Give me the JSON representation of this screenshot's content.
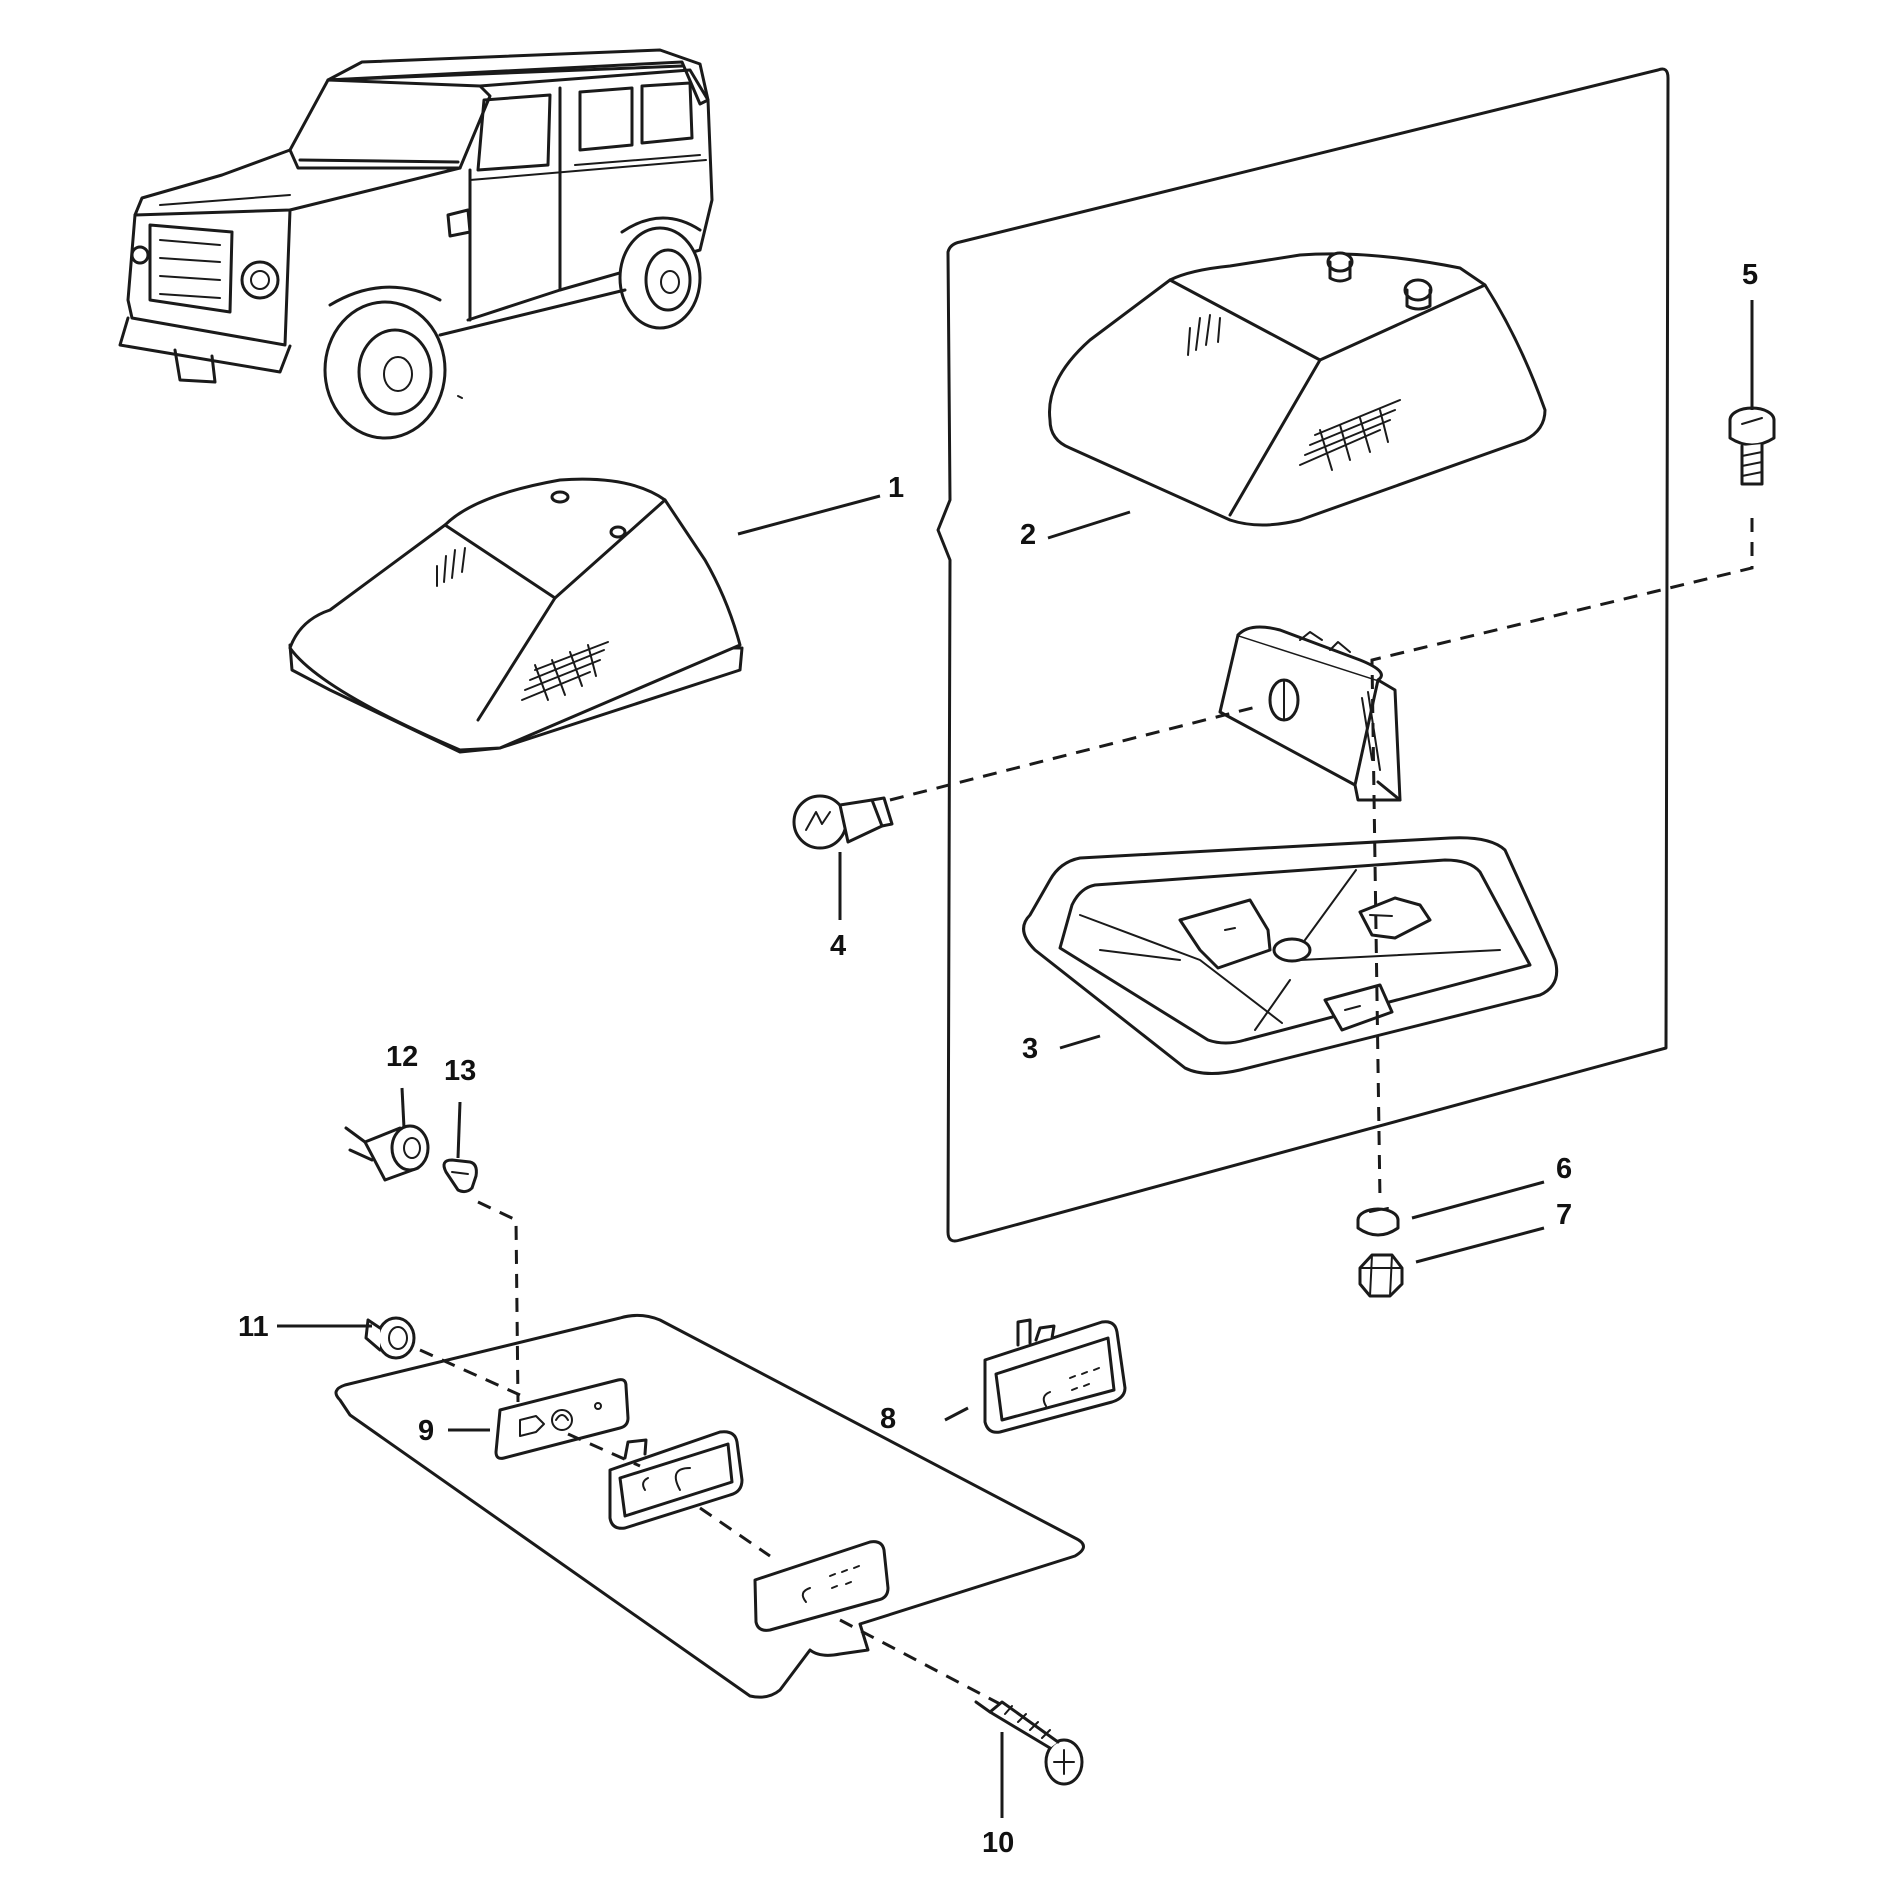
{
  "callouts": {
    "c1": "1",
    "c2": "2",
    "c3": "3",
    "c4": "4",
    "c5": "5",
    "c6": "6",
    "c7": "7",
    "c8": "8",
    "c9": "9",
    "c10": "10",
    "c11": "11",
    "c12": "12",
    "c13": "13"
  },
  "icons": {
    "vehicle": "off-road-vehicle-icon",
    "lamp_assembly": "interior-lamp-assembly-icon",
    "lens": "lamp-lens-icon",
    "bulb_holder": "bulb-holder-icon",
    "base_housing": "lamp-housing-base-icon",
    "bulb": "bulb-icon",
    "screw": "screw-icon",
    "washer": "washer-icon",
    "nut": "nut-icon",
    "reading_lamp": "reading-lamp-icon",
    "switch_plate": "switch-plate-icon",
    "wood_screw": "wood-screw-icon",
    "push_clip": "push-clip-icon",
    "socket": "socket-icon",
    "festoon_bulb": "festoon-bulb-icon"
  },
  "colors": {
    "line": "#1a1a1a",
    "background": "#ffffff"
  }
}
